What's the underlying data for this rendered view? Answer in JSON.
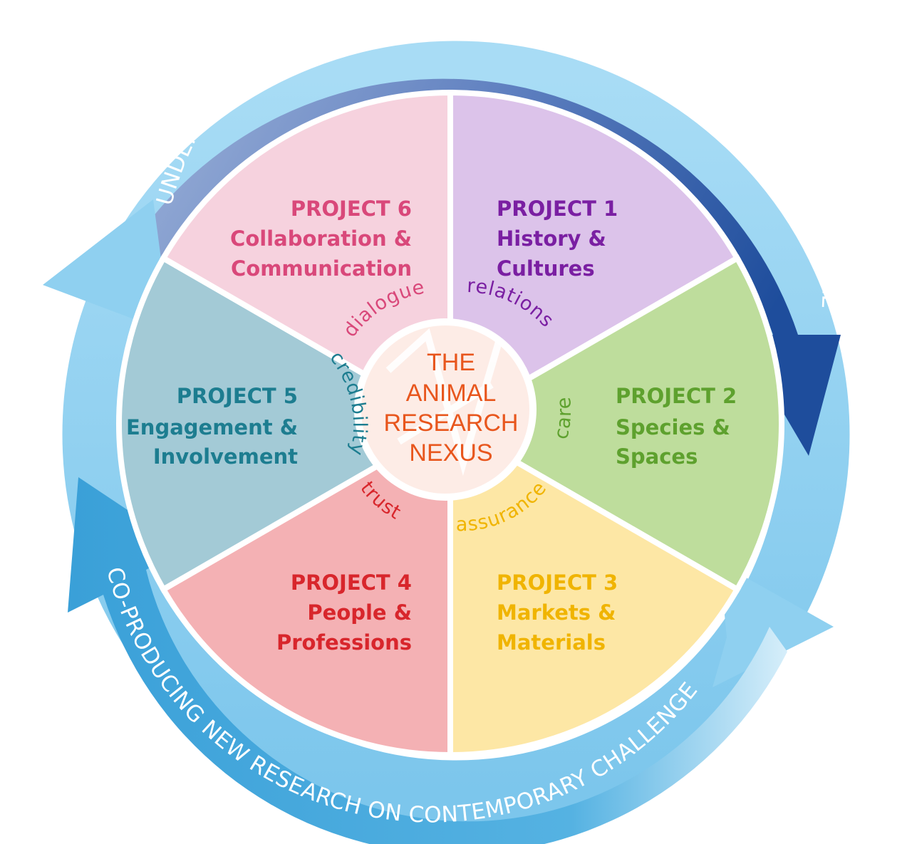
{
  "outer_ring": {
    "top_text": "UNDERSTANDING THE CHANGING CONSTITUTION OF SCIENCE, HEALTH AND WELFARE",
    "bottom_text": "CO-PRODUCING NEW RESEARCH ON CONTEMPORARY CHALLENGES"
  },
  "center": {
    "line1": "THE",
    "line2": "ANIMAL",
    "line3": "RESEARCH",
    "line4": "NEXUS"
  },
  "projects": {
    "p1": {
      "title": "PROJECT 1",
      "line1": "History &",
      "line2": "Cultures",
      "theme": "relations",
      "color": "#7a1fa2",
      "fill": "#dcc3ea"
    },
    "p2": {
      "title": "PROJECT 2",
      "line1": "Species &",
      "line2": "Spaces",
      "theme": "care",
      "color": "#5ea12e",
      "fill": "#bedd9c"
    },
    "p3": {
      "title": "PROJECT 3",
      "line1": "Markets &",
      "line2": "Materials",
      "theme": "assurance",
      "color": "#f0b400",
      "fill": "#fde7a5"
    },
    "p4": {
      "title": "PROJECT 4",
      "line1": "People &",
      "line2": "Professions",
      "theme": "trust",
      "color": "#d8262c",
      "fill": "#f4b1b4"
    },
    "p5": {
      "title": "PROJECT 5",
      "line1": "Engagement &",
      "line2": "Involvement",
      "theme": "credibility",
      "color": "#1d7d90",
      "fill": "#a3cad6"
    },
    "p6": {
      "title": "PROJECT 6",
      "line1": "Collaboration &",
      "line2": "Communication",
      "theme": "dialogue",
      "color": "#d9487a",
      "fill": "#f6d2de"
    }
  },
  "colors": {
    "top_arrow": "#3a5ea8",
    "bottom_arrow": "#4aa8dc",
    "light_arrow": "#8fd0f0",
    "center_fill": "#fdece6",
    "center_text": "#e8561d"
  }
}
